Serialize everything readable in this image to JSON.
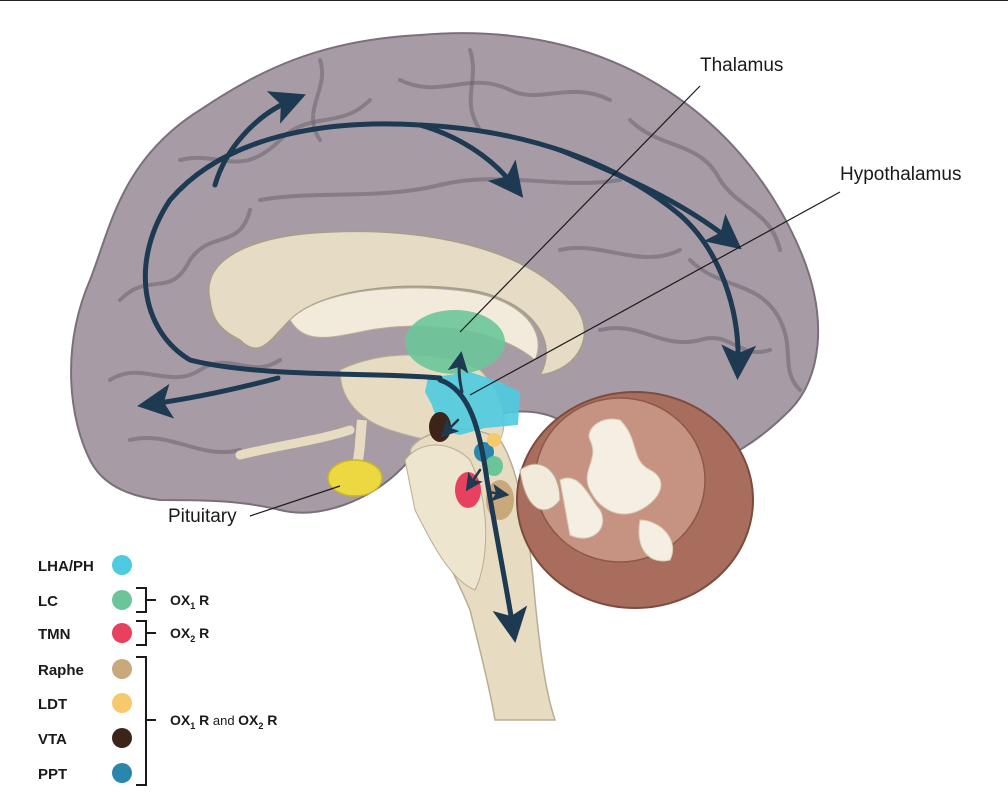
{
  "labels": {
    "thalamus": "Thalamus",
    "hypothalamus": "Hypothalamus",
    "pituitary": "Pituitary"
  },
  "legend": {
    "items": [
      {
        "label": "LHA/PH",
        "color": "#4ecbe0"
      },
      {
        "label": "LC",
        "color": "#6cc59a"
      },
      {
        "label": "TMN",
        "color": "#e8415f"
      },
      {
        "label": "Raphe",
        "color": "#c9a87c"
      },
      {
        "label": "LDT",
        "color": "#f6c96c"
      },
      {
        "label": "VTA",
        "color": "#3d2418"
      },
      {
        "label": "PPT",
        "color": "#2a86ad"
      }
    ],
    "groups": {
      "ox1": {
        "prefix": "OX",
        "sub": "1",
        "suffix": " R"
      },
      "ox2": {
        "prefix": "OX",
        "sub": "2",
        "suffix": " R"
      },
      "both": {
        "prefix1": "OX",
        "sub1": "1",
        "suffix1": " R",
        "and": " and ",
        "prefix2": "OX",
        "sub2": "2",
        "suffix2": " R"
      }
    }
  },
  "colors": {
    "pathway": "#1d3a52",
    "cortex": "#a79ca6",
    "cerebellum_white": "#f4efe2",
    "cerebellum_outer": "#a86d5c",
    "brainstem": "#e7dcc2",
    "pituitary": "#ecd840"
  }
}
